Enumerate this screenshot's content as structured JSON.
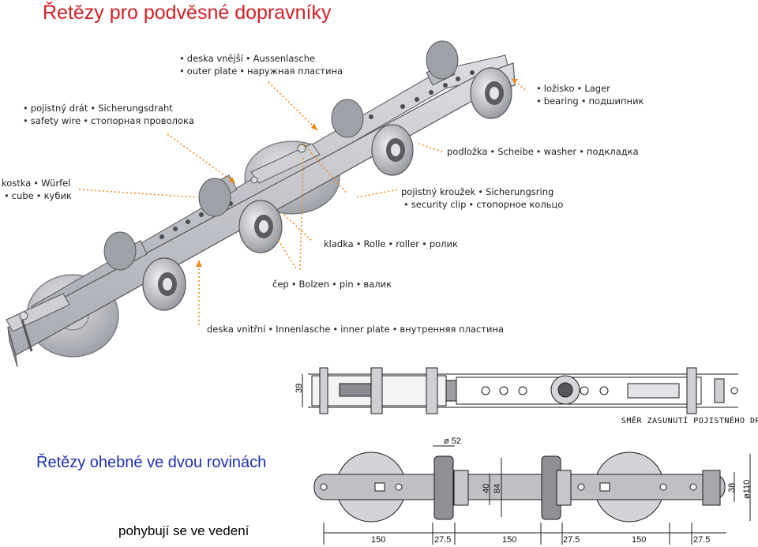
{
  "title": "Řetězy pro podvěsné dopravníky",
  "subtitle": "Řetězy ohebné ve dvou rovinách",
  "caption": "pohybují se ve vedení",
  "callouts": {
    "outer_plate": {
      "line1": [
        "deska vnější",
        "Aussenlasche"
      ],
      "line2": [
        "outer plate",
        "наружная пластина"
      ]
    },
    "safety_wire": {
      "line1": [
        "pojistný drát",
        "Sicherungsdraht"
      ],
      "line2": [
        "safety wire",
        "стопорная проволока"
      ]
    },
    "bearing": {
      "line1": [
        "ložisko",
        "Lager"
      ],
      "line2": [
        "bearing",
        "подшипник"
      ]
    },
    "washer": {
      "line1": [
        "podložka",
        "Scheibe",
        "washer",
        "подкладка"
      ]
    },
    "cube": {
      "line1": [
        "kostka",
        "Würfel"
      ],
      "line2": [
        "cube",
        "кубик"
      ]
    },
    "security_clip": {
      "line1": [
        "pojistný kroužek",
        "Sicherungsring"
      ],
      "line2": [
        "security clip",
        "стопорное кольцо"
      ]
    },
    "roller": {
      "line1": [
        "kladka",
        "Rolle",
        "roller",
        "ролик"
      ]
    },
    "pin": {
      "line1": [
        "čep",
        "Bolzen",
        "pin",
        "валик"
      ]
    },
    "inner_plate": {
      "line1": [
        "deska vnitřní",
        "Innenlasche",
        "inner plate",
        "внутренняя пластина"
      ]
    }
  },
  "drawing_note": "SMĚR ZASUNUTÍ POJISTNÉHO DRÁTU",
  "dimensions": {
    "height_top": "39",
    "diameter_roller": "ø 52",
    "d40": "40",
    "d84": "84",
    "d38": "38",
    "diameter_wheel": "ø110",
    "l150_a": "150",
    "l27_a": "27.5",
    "l150_b": "150",
    "l27_b": "27.5",
    "l150_c": "150",
    "l27_c": "27.5"
  },
  "colors": {
    "title": "#d11f26",
    "subtitle": "#1f2fb0",
    "leader": "#f08a1c"
  }
}
